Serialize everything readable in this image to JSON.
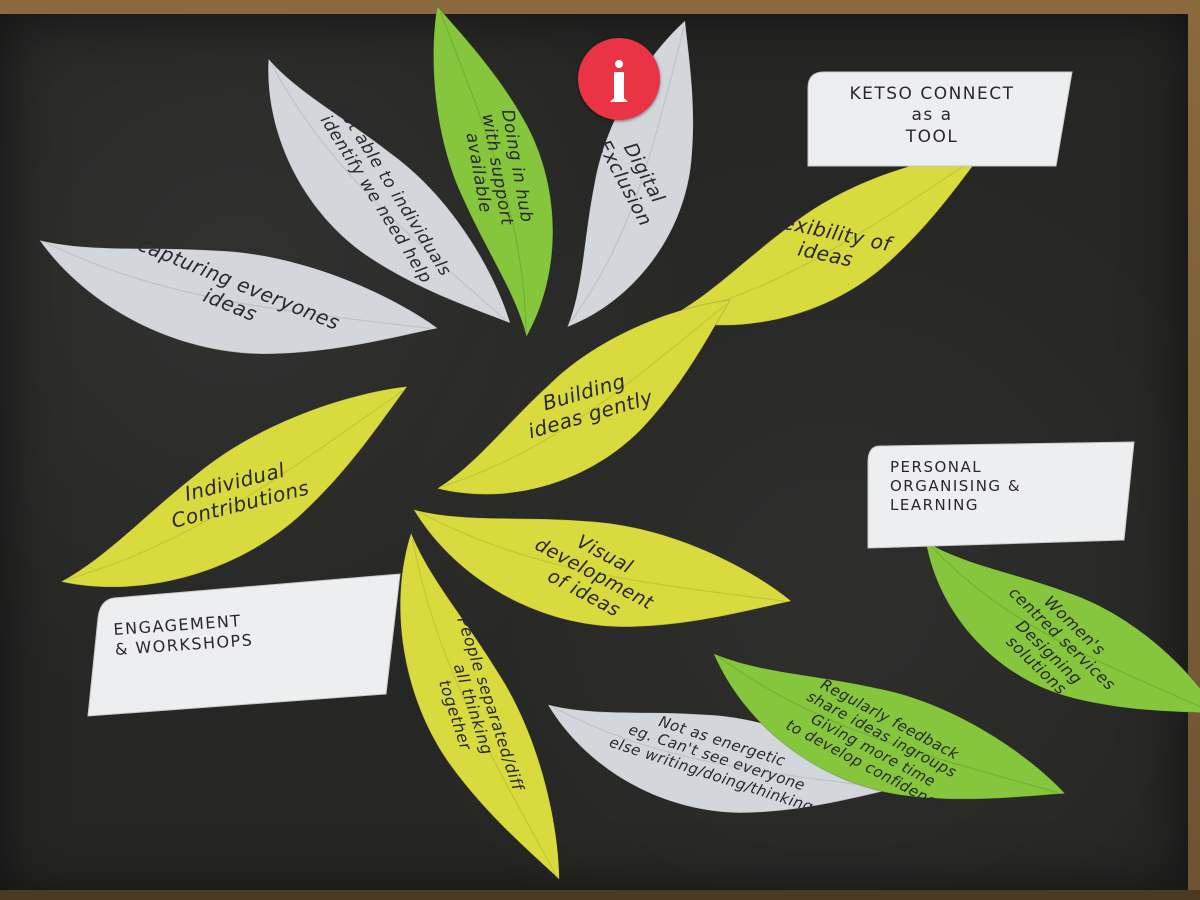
{
  "board": {
    "felt_color": "#262725",
    "leaf_colors": {
      "grey": "#d3d6da",
      "yellow": "#d8da3e",
      "green": "#86c63d"
    }
  },
  "label_cards": [
    {
      "id": "ketso",
      "text": "KETSO CONNECT\nas a\nTOOL"
    },
    {
      "id": "personal",
      "text": "PERSONAL\nORGANISING &\nLEARNING"
    },
    {
      "id": "engagement",
      "text": "ENGAGEMENT\n& WORKSHOPS"
    }
  ],
  "leaves": [
    {
      "id": "capturing",
      "color": "grey",
      "text": "capturing everyones\nideas"
    },
    {
      "id": "not-able",
      "color": "grey",
      "text": "Not able to individuals\nidentify we need help"
    },
    {
      "id": "doing-in-hub",
      "color": "green",
      "text": "Doing in hub\nwith support\navailable"
    },
    {
      "id": "digital-exclusion",
      "color": "grey",
      "text": "Digital\nExclusion"
    },
    {
      "id": "flexibility",
      "color": "yellow",
      "text": "flexibility of\nideas"
    },
    {
      "id": "building",
      "color": "yellow",
      "text": "Building\nideas gently"
    },
    {
      "id": "individual",
      "color": "yellow",
      "text": "Individual\nContributions"
    },
    {
      "id": "visual",
      "color": "yellow",
      "text": "Visual\ndevelopment\nof ideas"
    },
    {
      "id": "people-separated",
      "color": "yellow",
      "text": "People separated/diff\nall thinking\ntogether"
    },
    {
      "id": "not-as-energetic",
      "color": "grey",
      "text": "Not as energetic\neg. Can't see everyone\nelse writing/doing/thinking"
    },
    {
      "id": "regularly-feedback",
      "color": "green",
      "text": "Regularly feedback\nshare ideas ingroups\nGiving more time\nto develop confidence"
    },
    {
      "id": "womens",
      "color": "green",
      "text": "Women's\ncentred services\nDesigning\nsolutions"
    }
  ],
  "badge": {
    "icon": "info-icon",
    "color": "#ea3446"
  }
}
